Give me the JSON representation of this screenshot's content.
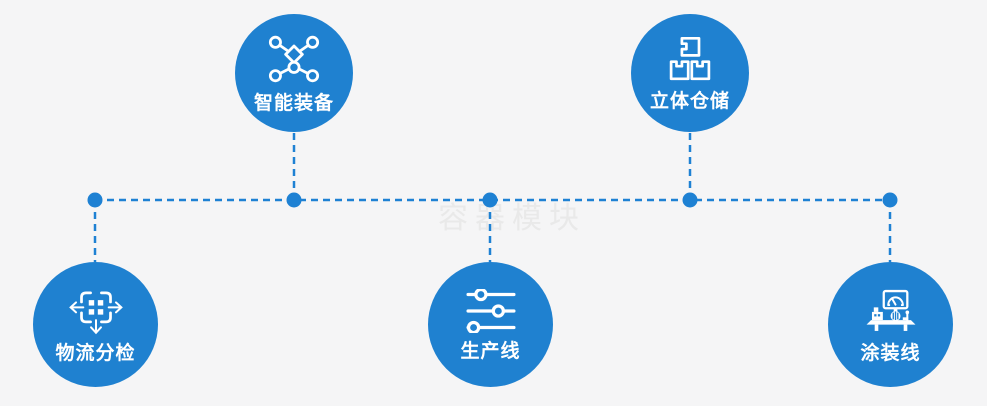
{
  "colors": {
    "node_blue": "#1f81d0",
    "line_blue": "#1e81d3",
    "background": "#f5f5f6",
    "label_color": "#ffffff",
    "watermark_color": "#e9e9e9"
  },
  "diagram": {
    "watermark": "容器模块",
    "nodes": [
      {
        "id": "smart-equipment",
        "label": "智能装备",
        "icon": "network-nodes-icon",
        "row": "top"
      },
      {
        "id": "warehouse",
        "label": "立体仓储",
        "icon": "stacked-boxes-icon",
        "row": "top"
      },
      {
        "id": "logistics-sorting",
        "label": "物流分检",
        "icon": "distribute-arrows-icon",
        "row": "bottom"
      },
      {
        "id": "production-line",
        "label": "生产线",
        "icon": "sliders-icon",
        "row": "bottom"
      },
      {
        "id": "painting-line",
        "label": "涂装线",
        "icon": "machine-monitor-icon",
        "row": "bottom"
      }
    ]
  }
}
